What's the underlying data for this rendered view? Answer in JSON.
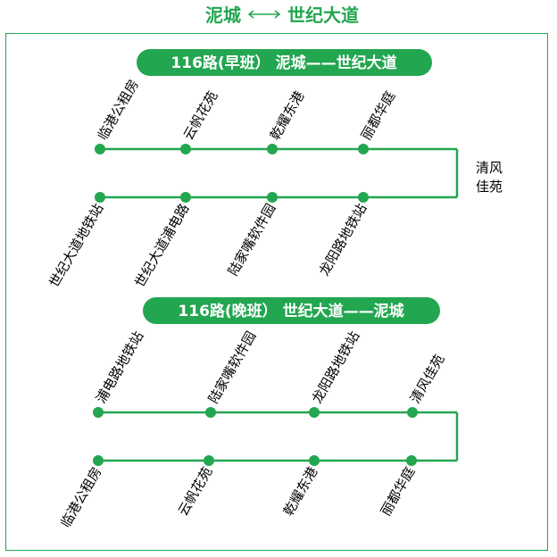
{
  "title": {
    "from": "泥城",
    "to": "世纪大道"
  },
  "colors": {
    "line": "#23a650",
    "text": "#000000",
    "pill_text": "#ffffff"
  },
  "routes": [
    {
      "label": "116路(早班） 泥城——世纪大道",
      "top_stops": [
        "临港公租房",
        "云帆花苑",
        "乾耀东港",
        "丽都华庭"
      ],
      "turn_stop": [
        "清风",
        "佳苑"
      ],
      "bottom_stops": [
        "世纪大道地铁站",
        "世纪大道浦电路",
        "陆家嘴软件园",
        "龙阳路地铁站"
      ]
    },
    {
      "label": "116路(晚班） 世纪大道——泥城",
      "top_stops": [
        "浦电路地铁站",
        "陆家嘴软件园",
        "龙阳路地铁站",
        "清风佳苑"
      ],
      "bottom_stops": [
        "临港公租房",
        "云帆花苑",
        "乾耀东港",
        "丽都华庭"
      ]
    }
  ]
}
